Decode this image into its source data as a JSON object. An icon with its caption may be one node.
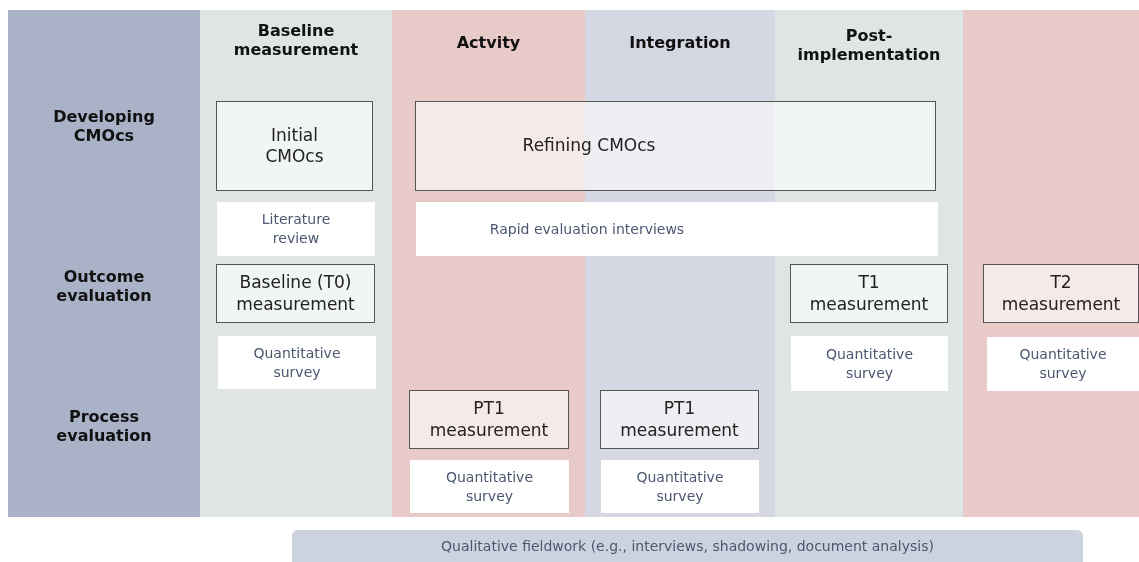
{
  "diagram": {
    "nodes": [
      {
        "text": [
          "Developing CMOcs",
          "Outcome evaluation",
          "Process evaluation"
        ]
      },
      {
        "text": [
          "Baseline measurement"
        ]
      },
      {
        "text": [
          "Actvity"
        ]
      },
      {
        "text": [
          "Integration"
        ]
      },
      {
        "text": [
          "Post-implementation"
        ]
      },
      {
        "text": [],
        "shape": "band"
      },
      {
        "text": [
          "Initial CMOcs"
        ],
        "in": 1
      },
      {
        "text": [
          "Refining CMOcs"
        ]
      },
      {
        "text": [
          "Literature review"
        ],
        "in": 1
      },
      {
        "text": [
          "Rapid evaluation interviews"
        ]
      },
      {
        "text": [
          "Baseline (T0) measurement"
        ],
        "in": 1
      },
      {
        "text": [
          "T1 measurement"
        ],
        "in": 4
      },
      {
        "text": [
          "T2 measurement"
        ],
        "in": 5
      },
      {
        "text": [
          "Quantitative survey"
        ],
        "in": 1
      },
      {
        "text": [
          "Quantitative survey"
        ],
        "in": 4
      },
      {
        "text": [
          "Quantitative survey"
        ],
        "in": 5
      },
      {
        "text": [
          "PT1 measurement"
        ],
        "in": 2
      },
      {
        "text": [
          "PT1 measurement"
        ],
        "in": 3
      },
      {
        "text": [
          "Quantitative survey"
        ],
        "in": 2
      },
      {
        "text": [
          "Quantitative survey"
        ],
        "in": 3
      },
      {
        "text": [
          "Qualitative fieldwork (e.g., interviews, shadowing, document analysis)"
        ]
      }
    ]
  }
}
